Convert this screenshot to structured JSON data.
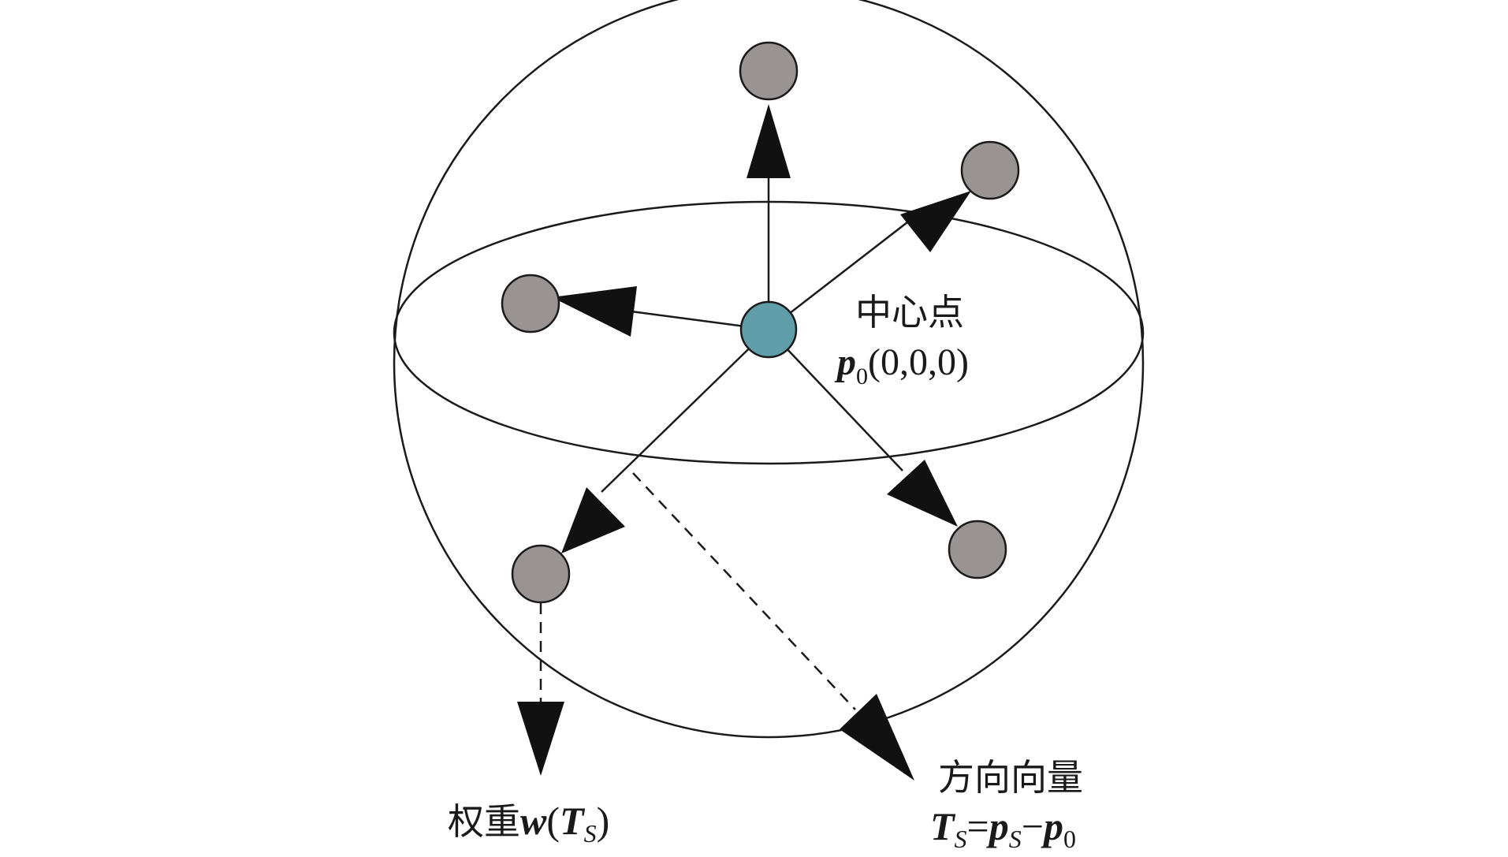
{
  "labels": {
    "center_title": "中心点",
    "center_symbol": "p",
    "center_subscript": "0",
    "center_coords": "(0,0,0)",
    "weight_title": "权重",
    "weight_w": "w",
    "weight_open": "(",
    "weight_T": "T",
    "weight_sub": "S",
    "weight_close": ")",
    "direction_title": "方向向量",
    "dir_T": "T",
    "dir_T_sub": "S",
    "dir_eq": "=",
    "dir_p": "p",
    "dir_p_sub": "S",
    "dir_minus": "−",
    "dir_p0": "p",
    "dir_p0_sub": "0"
  },
  "colors": {
    "center_node": "#5f9ea8",
    "neighbor_node": "#9a9393",
    "stroke": "#1a1a1a"
  }
}
